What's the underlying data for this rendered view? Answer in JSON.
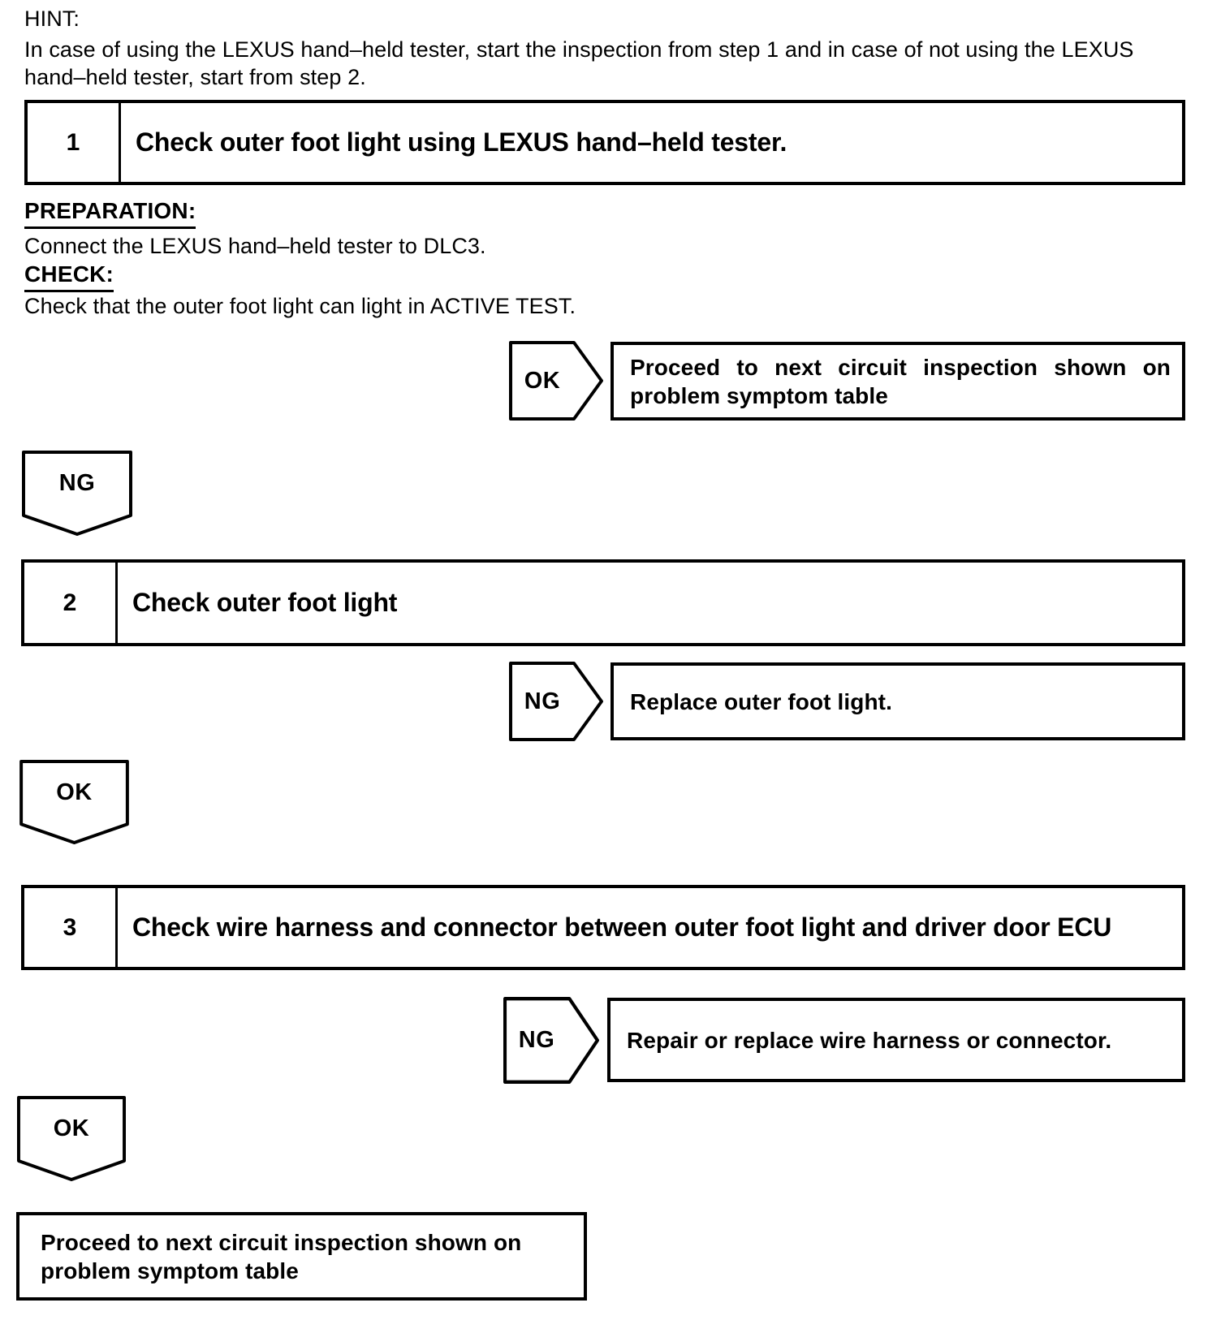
{
  "page": {
    "hint_label": "HINT:",
    "hint_text": "In case of using the LEXUS hand–held tester, start the inspection from step 1 and in case of not using the LEXUS hand–held tester, start from step 2."
  },
  "steps": [
    {
      "number": "1",
      "title": "Check outer foot light using LEXUS hand–held tester."
    },
    {
      "number": "2",
      "title": "Check outer foot light"
    },
    {
      "number": "3",
      "title": "Check wire harness and connector between outer foot light and driver door ECU"
    }
  ],
  "step1_details": {
    "preparation_label": "PREPARATION:",
    "preparation_text": "Connect the LEXUS hand–held tester to DLC3.",
    "check_label": "CHECK:",
    "check_text": "Check that the outer foot light can light in ACTIVE TEST."
  },
  "connectors": {
    "ok_label": "OK",
    "ng_label": "NG"
  },
  "results": {
    "ok1": "Proceed to next circuit inspection shown on problem symptom table",
    "ng2": "Replace outer foot light.",
    "ng3": "Repair or replace wire harness or connector.",
    "final": "Proceed to next circuit inspection shown on problem symptom table"
  },
  "colors": {
    "ink": "#000000",
    "paper": "#ffffff"
  }
}
